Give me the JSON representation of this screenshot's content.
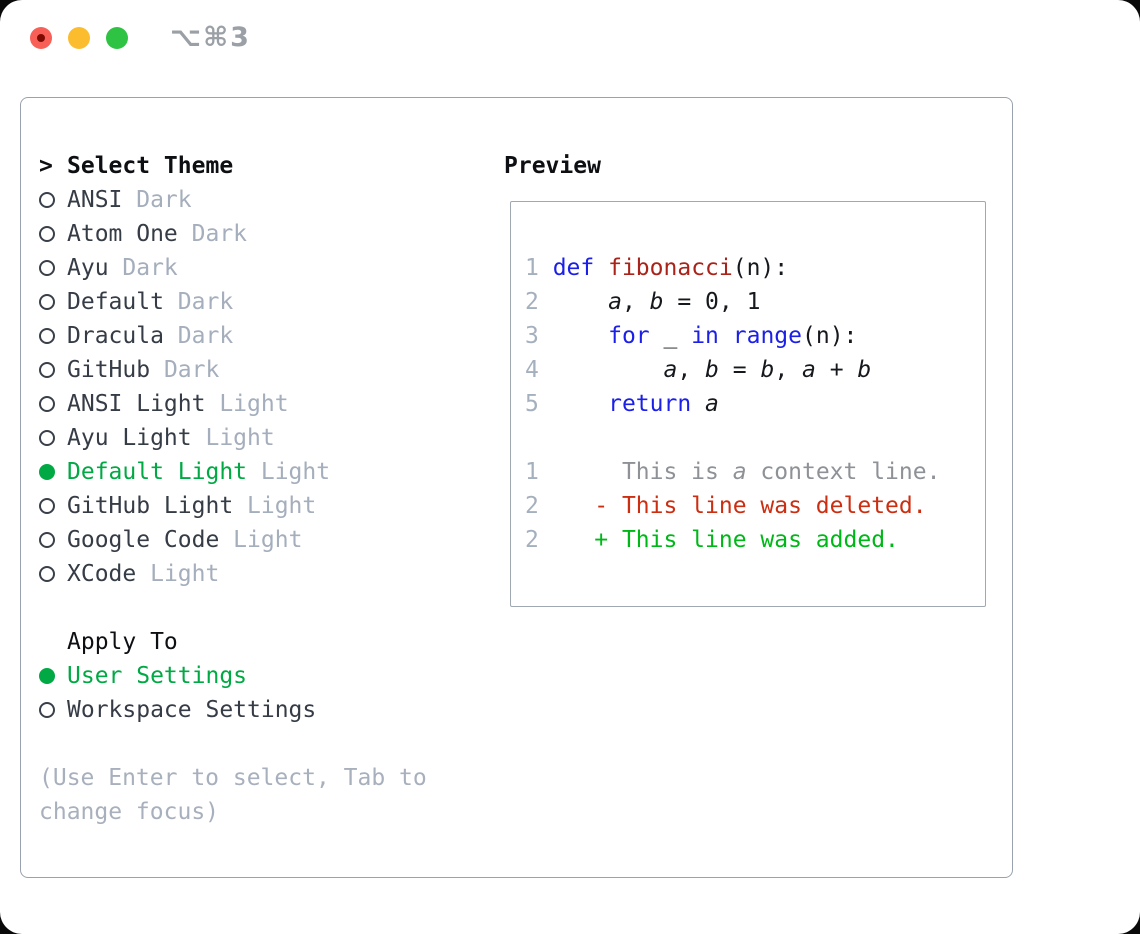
{
  "window": {
    "shortcut": "⌥⌘3",
    "traffic_lights": [
      "close",
      "minimize",
      "zoom"
    ]
  },
  "colors": {
    "selection_green": "#00a944",
    "added_green": "#00b718",
    "deleted_red": "#cc2e12",
    "keyword_blue": "#1b1fe8",
    "function_red": "#a8241a",
    "muted_gray": "#a5aebc",
    "panel_border": "#99a2ae"
  },
  "left": {
    "title": {
      "cursor": ">",
      "label": "Select Theme"
    },
    "themes": [
      {
        "name": "ANSI",
        "variant": "Dark",
        "selected": false
      },
      {
        "name": "Atom One",
        "variant": "Dark",
        "selected": false
      },
      {
        "name": "Ayu",
        "variant": "Dark",
        "selected": false
      },
      {
        "name": "Default",
        "variant": "Dark",
        "selected": false
      },
      {
        "name": "Dracula",
        "variant": "Dark",
        "selected": false
      },
      {
        "name": "GitHub",
        "variant": "Dark",
        "selected": false
      },
      {
        "name": "ANSI Light",
        "variant": "Light",
        "selected": false
      },
      {
        "name": "Ayu Light",
        "variant": "Light",
        "selected": false
      },
      {
        "name": "Default Light",
        "variant": "Light",
        "selected": true
      },
      {
        "name": "GitHub Light",
        "variant": "Light",
        "selected": false
      },
      {
        "name": "Google Code",
        "variant": "Light",
        "selected": false
      },
      {
        "name": "XCode",
        "variant": "Light",
        "selected": false
      }
    ],
    "apply_to": {
      "label": "Apply To",
      "options": [
        {
          "name": "User Settings",
          "selected": true
        },
        {
          "name": "Workspace Settings",
          "selected": false
        }
      ]
    },
    "hint_lines": [
      "(Use Enter to select, Tab to",
      "change focus)"
    ]
  },
  "preview": {
    "title": "Preview",
    "code_lines": [
      [
        {
          "t": "1 ",
          "c": "ln"
        },
        {
          "t": "def",
          "c": "kw"
        },
        {
          "t": " ",
          "c": "pl"
        },
        {
          "t": "fibonacci",
          "c": "fn"
        },
        {
          "t": "(n):",
          "c": "pl"
        }
      ],
      [
        {
          "t": "2 ",
          "c": "ln"
        },
        {
          "t": "    ",
          "c": "pl"
        },
        {
          "t": "a",
          "c": "var"
        },
        {
          "t": ", ",
          "c": "pl"
        },
        {
          "t": "b",
          "c": "var"
        },
        {
          "t": " = 0, 1",
          "c": "pl"
        }
      ],
      [
        {
          "t": "3 ",
          "c": "ln"
        },
        {
          "t": "    ",
          "c": "pl"
        },
        {
          "t": "for",
          "c": "kw"
        },
        {
          "t": " _ ",
          "c": "pl"
        },
        {
          "t": "in",
          "c": "kw"
        },
        {
          "t": " ",
          "c": "pl"
        },
        {
          "t": "range",
          "c": "kw"
        },
        {
          "t": "(n):",
          "c": "pl"
        }
      ],
      [
        {
          "t": "4 ",
          "c": "ln"
        },
        {
          "t": "        ",
          "c": "pl"
        },
        {
          "t": "a",
          "c": "var"
        },
        {
          "t": ", ",
          "c": "pl"
        },
        {
          "t": "b",
          "c": "var"
        },
        {
          "t": " = ",
          "c": "pl"
        },
        {
          "t": "b",
          "c": "var"
        },
        {
          "t": ", ",
          "c": "pl"
        },
        {
          "t": "a",
          "c": "var"
        },
        {
          "t": " + ",
          "c": "pl"
        },
        {
          "t": "b",
          "c": "var"
        }
      ],
      [
        {
          "t": "5 ",
          "c": "ln"
        },
        {
          "t": "    ",
          "c": "pl"
        },
        {
          "t": "return",
          "c": "kw"
        },
        {
          "t": " ",
          "c": "pl"
        },
        {
          "t": "a",
          "c": "var"
        }
      ],
      [],
      [
        {
          "t": "1 ",
          "c": "ln"
        },
        {
          "t": "     This is ",
          "c": "ctx"
        },
        {
          "t": "a",
          "c": "ctxi"
        },
        {
          "t": " context line.",
          "c": "ctx"
        }
      ],
      [
        {
          "t": "2 ",
          "c": "ln"
        },
        {
          "t": "   - This line was deleted.",
          "c": "del"
        }
      ],
      [
        {
          "t": "2 ",
          "c": "ln"
        },
        {
          "t": "   + This line was added.",
          "c": "add"
        }
      ]
    ]
  }
}
